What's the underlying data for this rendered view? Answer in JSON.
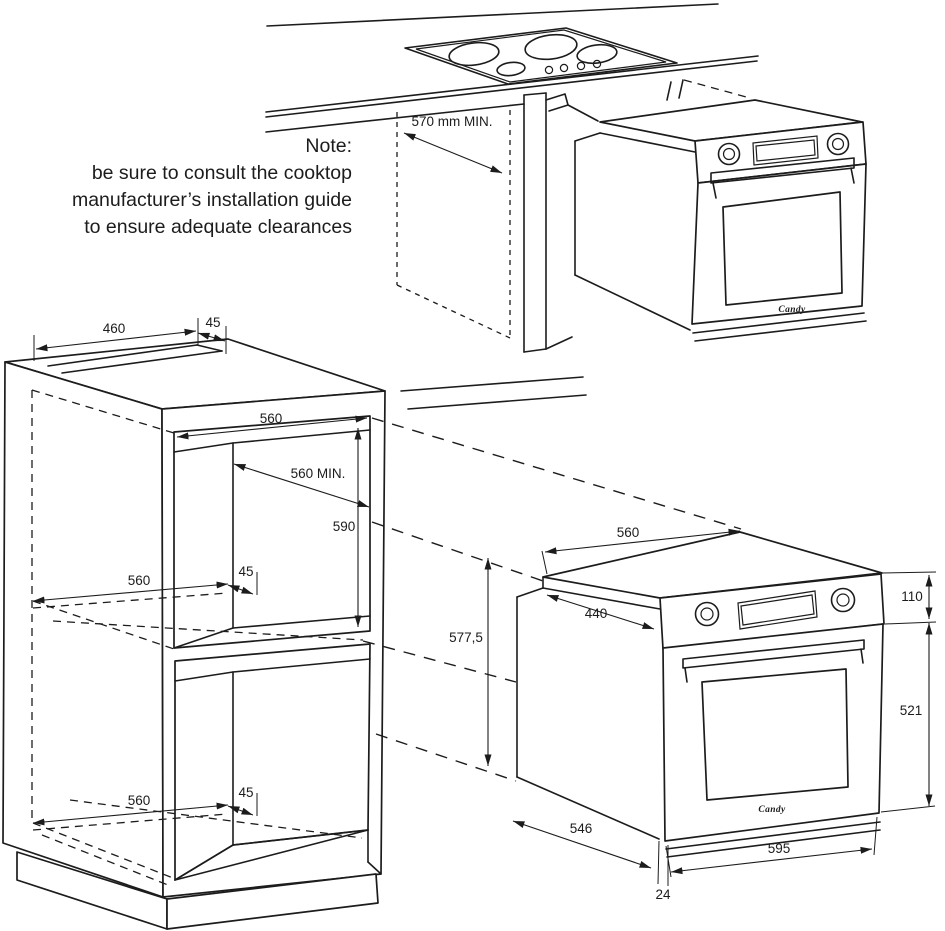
{
  "note": {
    "title": "Note:",
    "line1": "be sure to consult the cooktop",
    "line2": "manufacturer’s installation guide",
    "line3": "to ensure adequate clearances"
  },
  "labels": {
    "clearance": "570 mm MIN.",
    "cab_top_width": "460",
    "cab_top_notch": "45",
    "cab_opening_width": "560",
    "cab_depth_min": "560 MIN.",
    "cab_opening_height": "590",
    "cab_shelf_width": "560",
    "cab_shelf_notch": "45",
    "cab_base_width": "560",
    "cab_base_notch": "45",
    "oven_total_height": "577,5",
    "oven_top_depth": "560",
    "oven_body_depth": "440",
    "oven_panel_height": "110",
    "oven_door_height": "521",
    "oven_bottom_depth": "546",
    "oven_width": "595",
    "oven_door_thickness": "24",
    "brand": "Candy"
  },
  "colors": {
    "line": "#1c1c1c",
    "background": "#ffffff"
  }
}
